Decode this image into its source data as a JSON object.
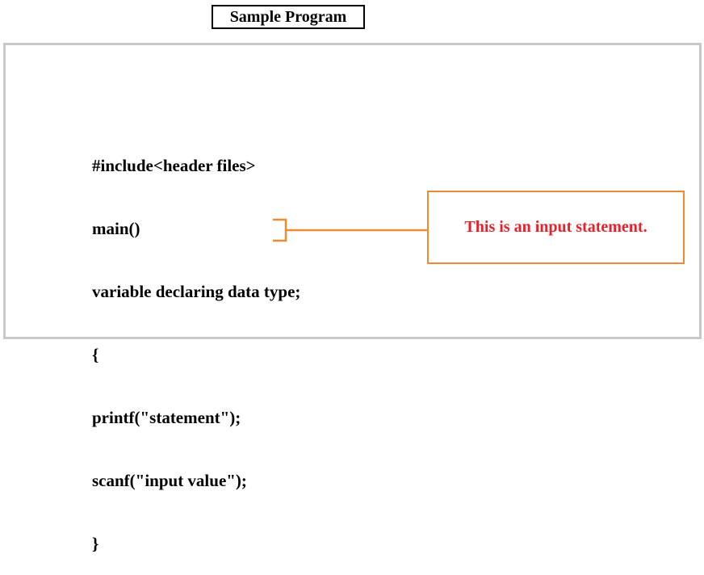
{
  "title": "Sample Program",
  "code_lines": [
    "#include<header files>",
    "main()",
    "variable declaring data type;",
    "{",
    "printf(\"statement\");",
    "scanf(\"input value\");",
    "}"
  ],
  "callout": {
    "text": "This is an input statement.",
    "text_color": "#e8202a",
    "border_color": "#f08a30"
  },
  "colors": {
    "frame_border": "#c8c8c8",
    "connector": "#f08a30"
  }
}
